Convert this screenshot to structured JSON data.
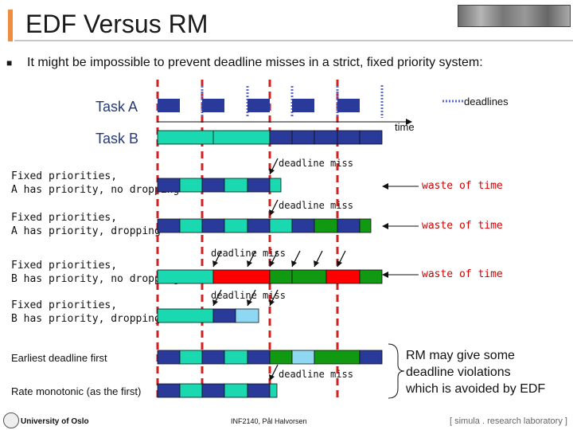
{
  "header": {
    "title": "EDF Versus RM",
    "bullet": "It might be impossible to prevent deadline misses in a strict, fixed priority system:"
  },
  "legend": {
    "deadlines": "deadlines",
    "time": "time"
  },
  "tasks": {
    "a": "Task A",
    "b": "Task B"
  },
  "rows": [
    {
      "line1": "Fixed priorities,",
      "line2": "A has priority, no dropping"
    },
    {
      "line1": "Fixed priorities,",
      "line2": "A has priority, dropping"
    },
    {
      "line1": "Fixed priorities,",
      "line2": "B has priority, no dropping"
    },
    {
      "line1": "Fixed priorities,",
      "line2": "B has priority, dropping"
    },
    {
      "line1": "Earliest deadline first",
      "line2": ""
    },
    {
      "line1": "Rate monotonic (as the first)",
      "line2": ""
    }
  ],
  "annotations": {
    "miss": "deadline miss",
    "waste": "waste of time"
  },
  "note": {
    "line1": "RM may give some",
    "line2": "deadline violations",
    "line3": "which is avoided by EDF"
  },
  "footer": {
    "university": "University of Oslo",
    "course": "INF2140,  Pål Halvorsen",
    "lab": "[ simula . research laboratory ]"
  },
  "colors": {
    "navy": "#2a3a9a",
    "cyan": "#1ad8b0",
    "red": "#ff0000",
    "green": "#119911",
    "lightblue": "#8ed8f4",
    "deadline_red": "#d02020",
    "deadline_blue": "#5a6ad0"
  }
}
